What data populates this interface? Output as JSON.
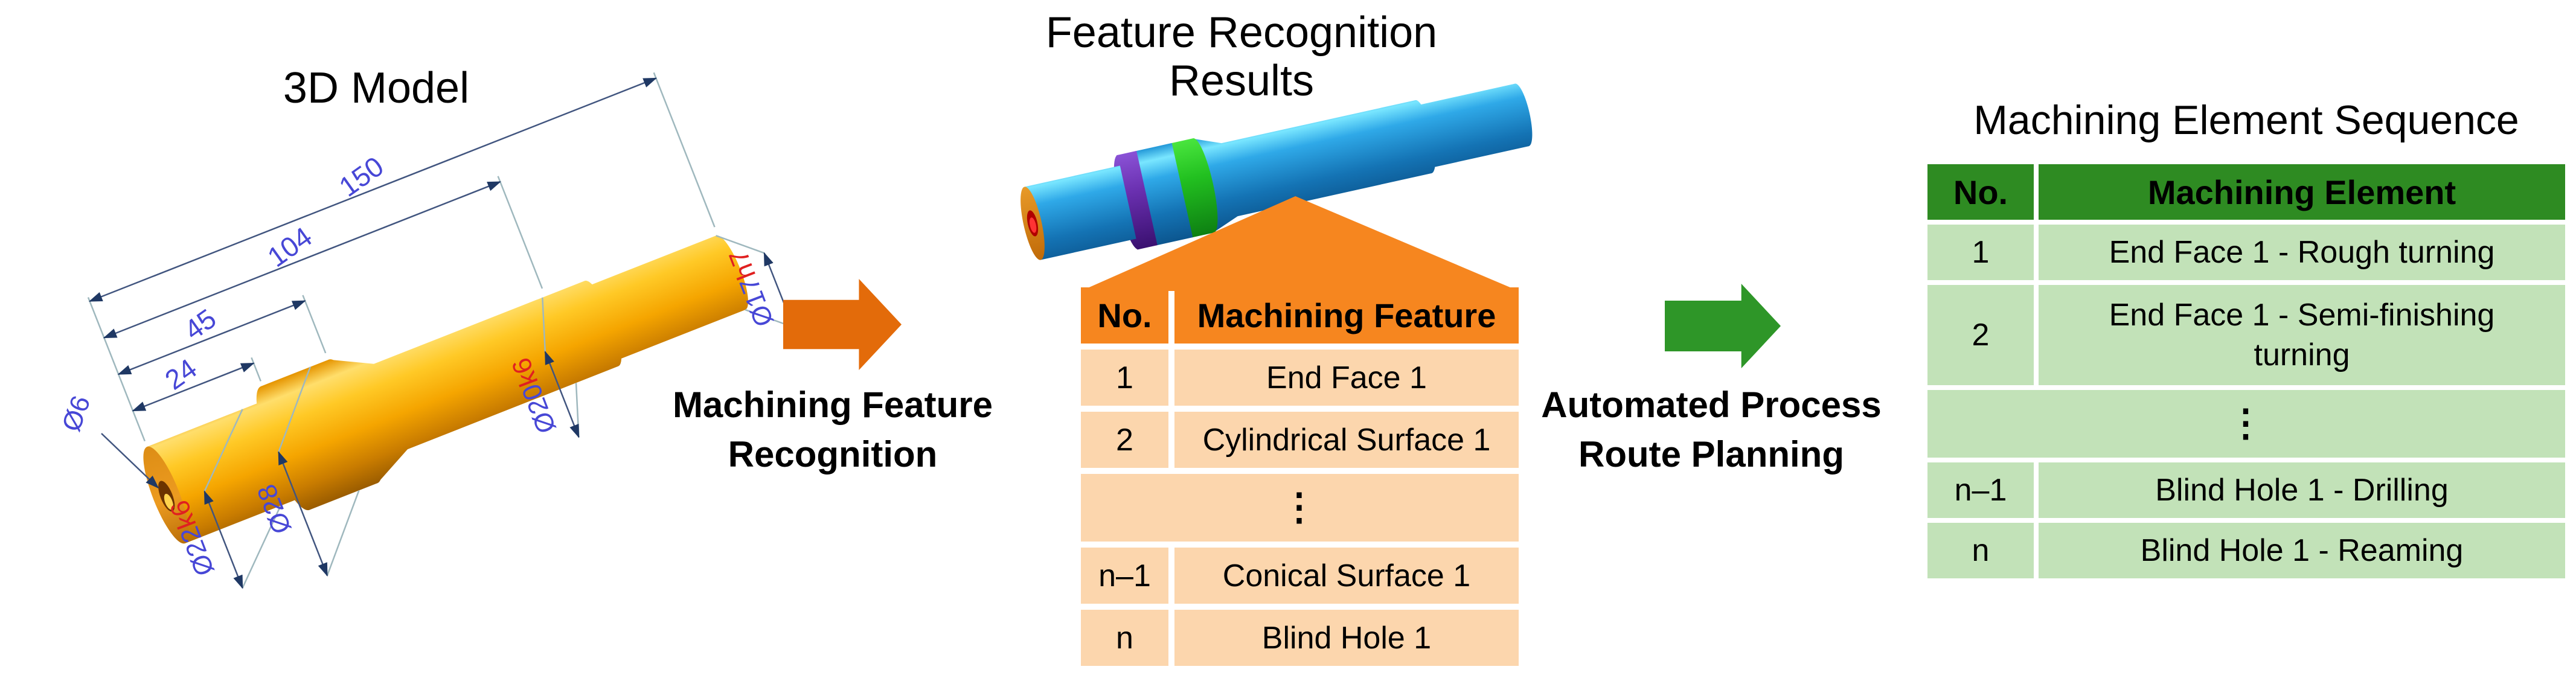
{
  "panels": {
    "model3d": {
      "title": "3D Model"
    },
    "recognition": {
      "title_line1": "Feature Recognition",
      "title_line2": "Results"
    },
    "sequence": {
      "title": "Machining Element Sequence"
    }
  },
  "arrows": [
    {
      "line1": "Machining Feature",
      "line2": "Recognition"
    },
    {
      "line1": "Automated Process",
      "line2": "Route Planning"
    }
  ],
  "feature_table": {
    "headers": {
      "no": "No.",
      "feature": "Machining Feature"
    },
    "rows": [
      {
        "no": "1",
        "feature": "End Face 1"
      },
      {
        "no": "2",
        "feature": "Cylindrical Surface 1"
      }
    ],
    "ellipsis": "⋮",
    "rows_tail": [
      {
        "no": "n–1",
        "feature": "Conical Surface 1"
      },
      {
        "no": "n",
        "feature": "Blind Hole 1"
      }
    ]
  },
  "sequence_table": {
    "headers": {
      "no": "No.",
      "element": "Machining Element"
    },
    "rows": [
      {
        "no": "1",
        "element": "End Face 1 - Rough turning"
      },
      {
        "no": "2",
        "element": "End Face 1 - Semi-finishing turning"
      }
    ],
    "ellipsis": "⋮",
    "rows_tail": [
      {
        "no": "n–1",
        "element": "Blind Hole 1 - Drilling"
      },
      {
        "no": "n",
        "element": "Blind Hole 1 - Reaming"
      }
    ]
  },
  "dimensions": {
    "len150": "150",
    "len104": "104",
    "len45": "45",
    "len24": "24",
    "dia6": "Ø6",
    "dia22": {
      "value": "Ø22",
      "tol": "k6"
    },
    "dia28": "Ø28",
    "dia20": {
      "value": "Ø20",
      "tol": "k6"
    },
    "dia17": {
      "value": "Ø17",
      "tol": "h7"
    }
  },
  "colors": {
    "flow_arrow_orange": "#E36B0A",
    "flow_arrow_green": "#2E9628",
    "feature_table_header_bg": "#F6861F",
    "feature_table_row_bg": "#FCD6AD",
    "sequence_table_header_bg": "#2E8B22",
    "sequence_table_row_bg": "#C2E2B8",
    "model_body_orange": "#FFB300",
    "model_body_blue": "#29A3E8",
    "feature_end_face_orange": "#E8821A",
    "feature_blind_hole_red": "#E01010",
    "feature_ring_purple": "#6A30B0",
    "feature_ring_green": "#22C020",
    "dimension_text_blue": "#4747D6",
    "dimension_tolerance_red": "#E02020"
  }
}
